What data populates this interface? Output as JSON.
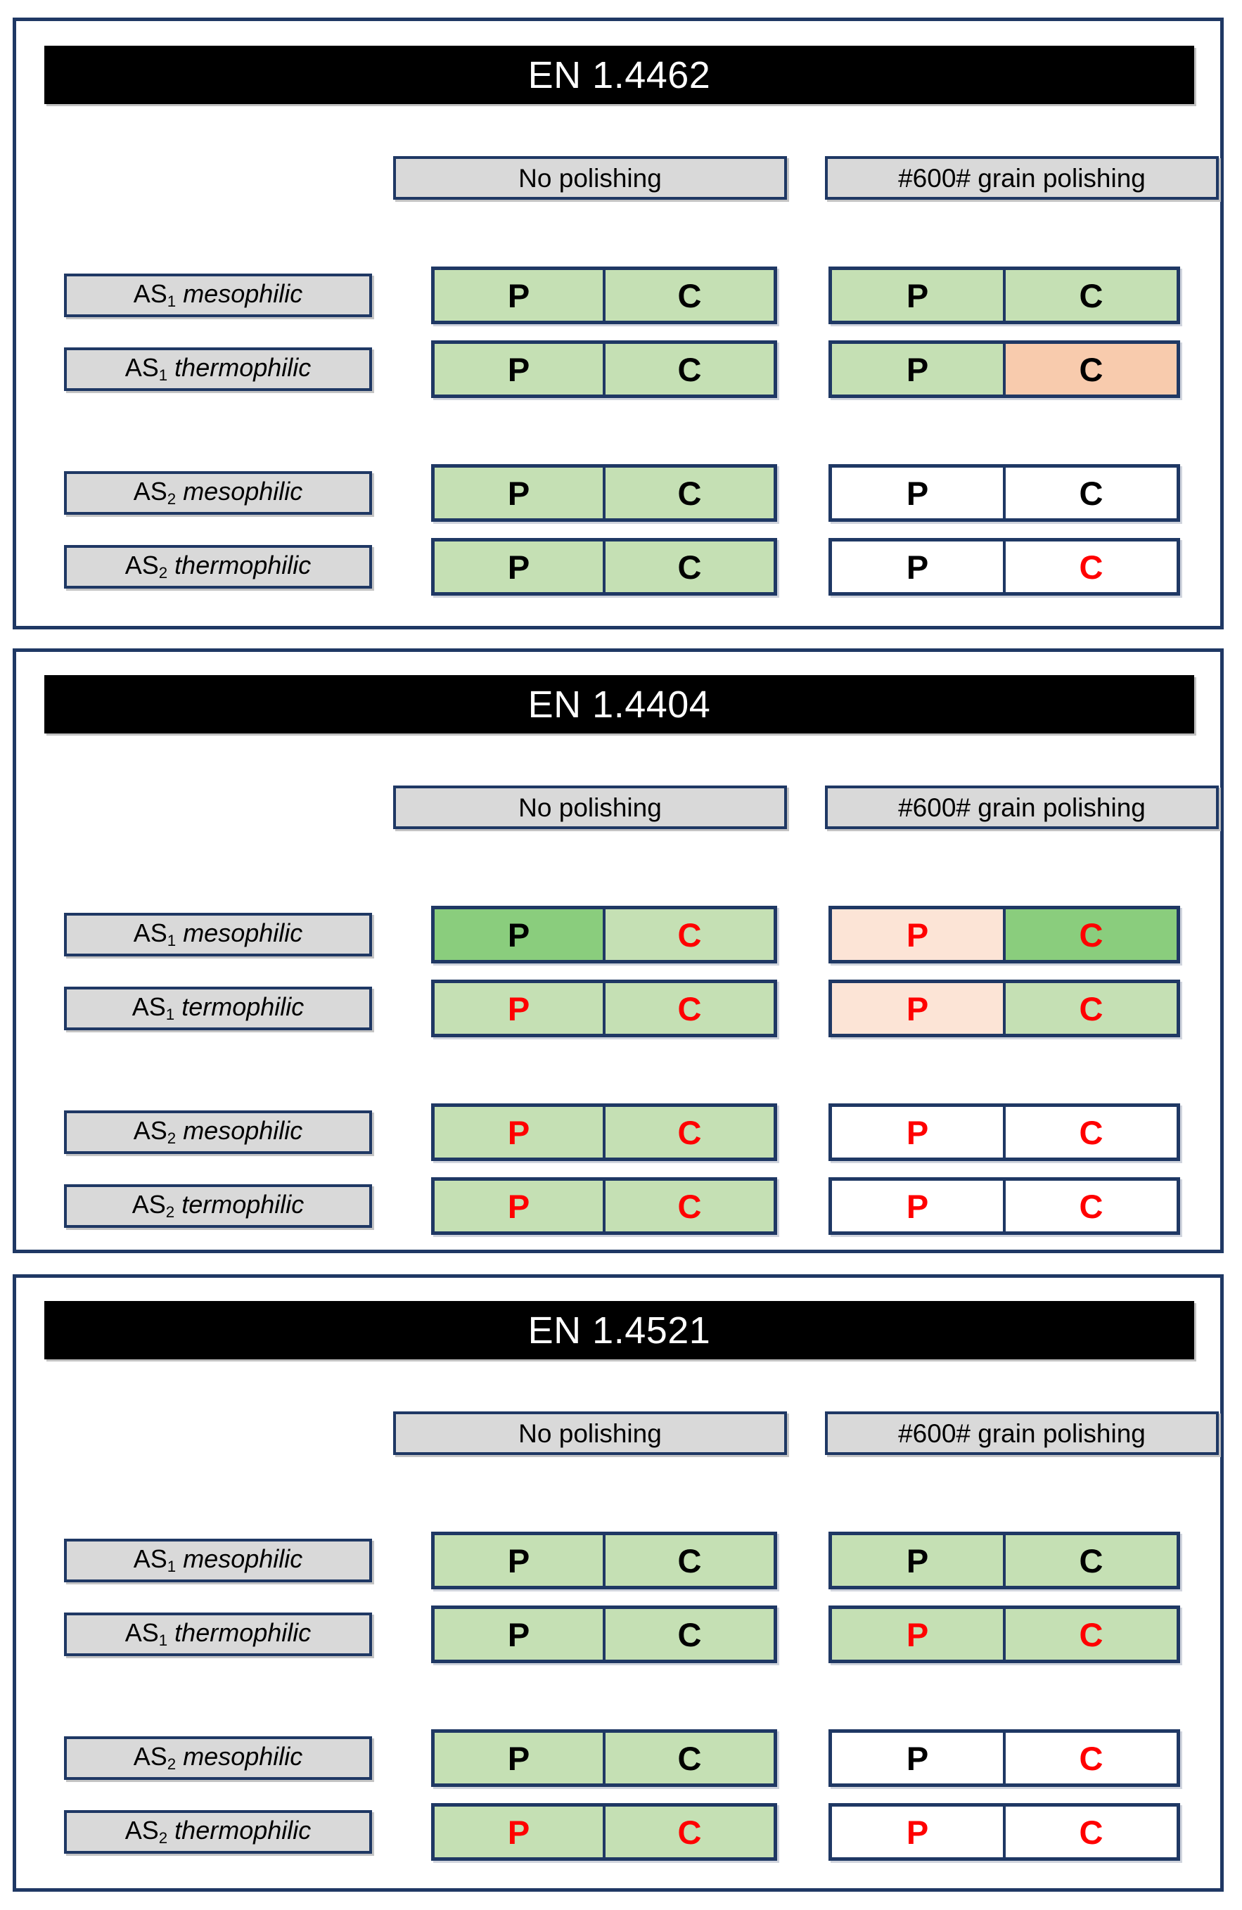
{
  "colors": {
    "panel_border": "#1F3864",
    "title_bar_bg": "#000000",
    "title_bar_fg": "#FFFFFF",
    "label_box_bg": "#D9D9D9",
    "green_light": "#C5E0B4",
    "green_dark": "#8ACD7D",
    "orange": "#F8CBAD",
    "pink": "#FCE4D6",
    "white": "#FFFFFF",
    "text_black": "#000000",
    "text_red": "#FF0000"
  },
  "column_headers": {
    "left": "No polishing",
    "right": "#600# grain polishing"
  },
  "panels": [
    {
      "title": "EN 1.4462",
      "rows": [
        {
          "label_prefix": "AS",
          "label_sub": "1",
          "label_suffix": " mesophilic",
          "left": [
            {
              "text": "P",
              "bg": "green_light",
              "fg": "text_black"
            },
            {
              "text": "C",
              "bg": "green_light",
              "fg": "text_black"
            }
          ],
          "right": [
            {
              "text": "P",
              "bg": "green_light",
              "fg": "text_black"
            },
            {
              "text": "C",
              "bg": "green_light",
              "fg": "text_black"
            }
          ]
        },
        {
          "label_prefix": "AS",
          "label_sub": "1",
          "label_suffix": " thermophilic",
          "left": [
            {
              "text": "P",
              "bg": "green_light",
              "fg": "text_black"
            },
            {
              "text": "C",
              "bg": "green_light",
              "fg": "text_black"
            }
          ],
          "right": [
            {
              "text": "P",
              "bg": "green_light",
              "fg": "text_black"
            },
            {
              "text": "C",
              "bg": "orange",
              "fg": "text_black"
            }
          ]
        },
        {
          "label_prefix": "AS",
          "label_sub": "2",
          "label_suffix": " mesophilic",
          "left": [
            {
              "text": "P",
              "bg": "green_light",
              "fg": "text_black"
            },
            {
              "text": "C",
              "bg": "green_light",
              "fg": "text_black"
            }
          ],
          "right": [
            {
              "text": "P",
              "bg": "white",
              "fg": "text_black"
            },
            {
              "text": "C",
              "bg": "white",
              "fg": "text_black"
            }
          ]
        },
        {
          "label_prefix": "AS",
          "label_sub": "2",
          "label_suffix": " thermophilic",
          "left": [
            {
              "text": "P",
              "bg": "green_light",
              "fg": "text_black"
            },
            {
              "text": "C",
              "bg": "green_light",
              "fg": "text_black"
            }
          ],
          "right": [
            {
              "text": "P",
              "bg": "white",
              "fg": "text_black"
            },
            {
              "text": "C",
              "bg": "white",
              "fg": "text_red"
            }
          ]
        }
      ]
    },
    {
      "title": "EN 1.4404",
      "rows": [
        {
          "label_prefix": "AS",
          "label_sub": "1",
          "label_suffix": " mesophilic",
          "left": [
            {
              "text": "P",
              "bg": "green_dark",
              "fg": "text_black"
            },
            {
              "text": "C",
              "bg": "green_light",
              "fg": "text_red"
            }
          ],
          "right": [
            {
              "text": "P",
              "bg": "pink",
              "fg": "text_red"
            },
            {
              "text": "C",
              "bg": "green_dark",
              "fg": "text_red"
            }
          ]
        },
        {
          "label_prefix": "AS",
          "label_sub": "1",
          "label_suffix": " termophilic",
          "left": [
            {
              "text": "P",
              "bg": "green_light",
              "fg": "text_red"
            },
            {
              "text": "C",
              "bg": "green_light",
              "fg": "text_red"
            }
          ],
          "right": [
            {
              "text": "P",
              "bg": "pink",
              "fg": "text_red"
            },
            {
              "text": "C",
              "bg": "green_light",
              "fg": "text_red"
            }
          ]
        },
        {
          "label_prefix": "AS",
          "label_sub": "2",
          "label_suffix": " mesophilic",
          "left": [
            {
              "text": "P",
              "bg": "green_light",
              "fg": "text_red"
            },
            {
              "text": "C",
              "bg": "green_light",
              "fg": "text_red"
            }
          ],
          "right": [
            {
              "text": "P",
              "bg": "white",
              "fg": "text_red"
            },
            {
              "text": "C",
              "bg": "white",
              "fg": "text_red"
            }
          ]
        },
        {
          "label_prefix": "AS",
          "label_sub": "2",
          "label_suffix": " termophilic",
          "left": [
            {
              "text": "P",
              "bg": "green_light",
              "fg": "text_red"
            },
            {
              "text": "C",
              "bg": "green_light",
              "fg": "text_red"
            }
          ],
          "right": [
            {
              "text": "P",
              "bg": "white",
              "fg": "text_red"
            },
            {
              "text": "C",
              "bg": "white",
              "fg": "text_red"
            }
          ]
        }
      ]
    },
    {
      "title": "EN 1.4521",
      "rows": [
        {
          "label_prefix": "AS",
          "label_sub": "1",
          "label_suffix": " mesophilic",
          "left": [
            {
              "text": "P",
              "bg": "green_light",
              "fg": "text_black"
            },
            {
              "text": "C",
              "bg": "green_light",
              "fg": "text_black"
            }
          ],
          "right": [
            {
              "text": "P",
              "bg": "green_light",
              "fg": "text_black"
            },
            {
              "text": "C",
              "bg": "green_light",
              "fg": "text_black"
            }
          ]
        },
        {
          "label_prefix": "AS",
          "label_sub": "1",
          "label_suffix": " thermophilic",
          "left": [
            {
              "text": "P",
              "bg": "green_light",
              "fg": "text_black"
            },
            {
              "text": "C",
              "bg": "green_light",
              "fg": "text_black"
            }
          ],
          "right": [
            {
              "text": "P",
              "bg": "green_light",
              "fg": "text_red"
            },
            {
              "text": "C",
              "bg": "green_light",
              "fg": "text_red"
            }
          ]
        },
        {
          "label_prefix": "AS",
          "label_sub": "2",
          "label_suffix": " mesophilic",
          "left": [
            {
              "text": "P",
              "bg": "green_light",
              "fg": "text_black"
            },
            {
              "text": "C",
              "bg": "green_light",
              "fg": "text_black"
            }
          ],
          "right": [
            {
              "text": "P",
              "bg": "white",
              "fg": "text_black"
            },
            {
              "text": "C",
              "bg": "white",
              "fg": "text_red"
            }
          ]
        },
        {
          "label_prefix": "AS",
          "label_sub": "2",
          "label_suffix": " thermophilic",
          "left": [
            {
              "text": "P",
              "bg": "green_light",
              "fg": "text_red"
            },
            {
              "text": "C",
              "bg": "green_light",
              "fg": "text_red"
            }
          ],
          "right": [
            {
              "text": "P",
              "bg": "white",
              "fg": "text_red"
            },
            {
              "text": "C",
              "bg": "white",
              "fg": "text_red"
            }
          ]
        }
      ]
    }
  ]
}
